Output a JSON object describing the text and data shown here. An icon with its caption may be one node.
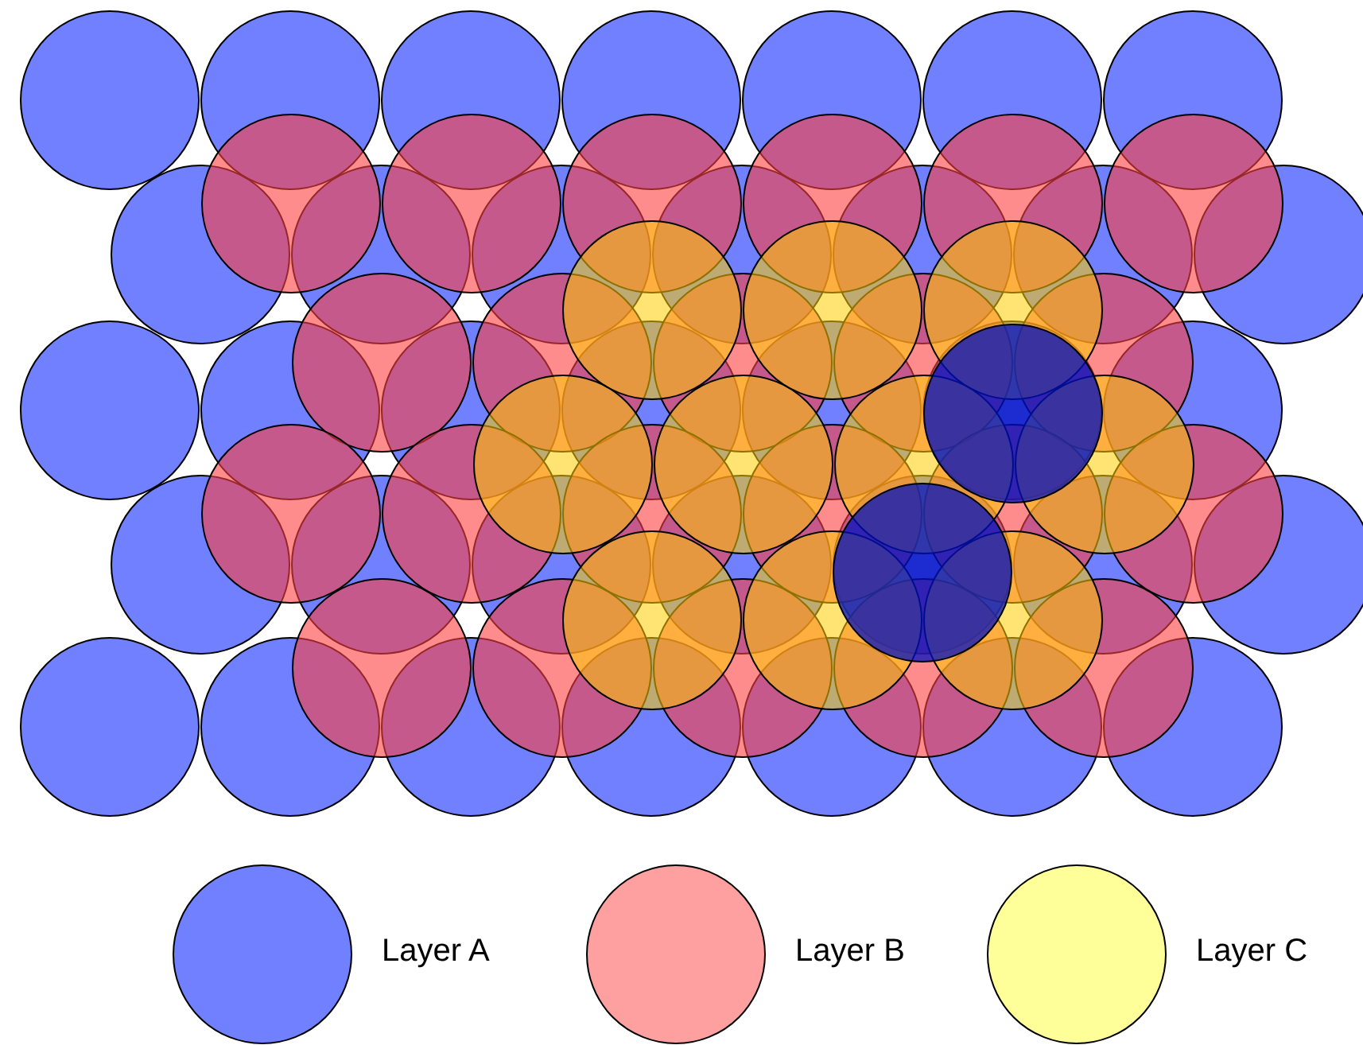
{
  "diagram": {
    "legend": [
      {
        "text": "Layer A",
        "color": "#7080ff"
      },
      {
        "text": "Layer B",
        "color": "#ffa0a0"
      },
      {
        "text": "Layer C",
        "color": "#ffff99"
      }
    ]
  }
}
